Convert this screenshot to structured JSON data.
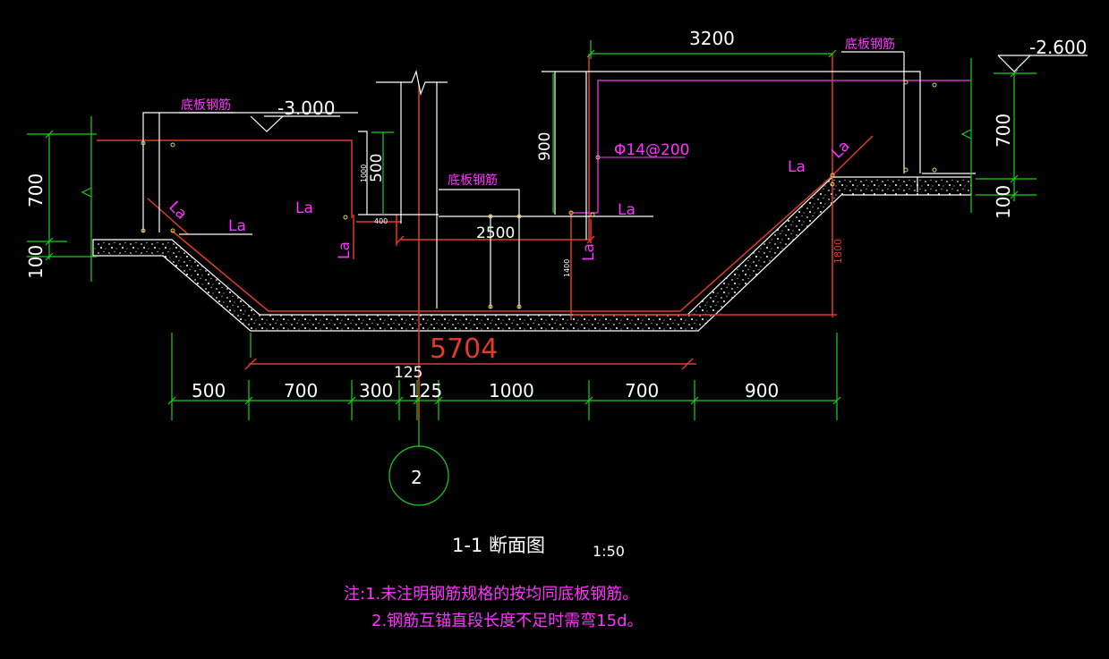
{
  "drawing": {
    "title": "1-1 断面图",
    "scale": "1:50",
    "notes": [
      "注:1.未注明钢筋规格的按均同底板钢筋。",
      "2.钢筋互锚直段长度不足时需弯15d。"
    ],
    "grid_axis": "2",
    "levels": {
      "left": "-3.000",
      "right": "-2.600"
    },
    "labels": {
      "rebar_left": "底板钢筋",
      "rebar_mid": "底板钢筋",
      "rebar_right": "底板钢筋",
      "bar_spec": "Φ14@200",
      "la": "La"
    },
    "dimensions": {
      "top_span": "3200",
      "left_height": "700",
      "left_slab": "100",
      "right_height": "700",
      "right_slab": "100",
      "mid_height_900": "900",
      "mid_height_500": "500",
      "small_1000": "1000",
      "small_400": "400",
      "small_1400": "1400",
      "depth_1800": "1800",
      "mid_span_2500": "2500",
      "overall_5704": "5704",
      "offset_125": "125",
      "bottom_chain": [
        "500",
        "700",
        "300",
        "125",
        "1000",
        "700",
        "900"
      ]
    },
    "colors": {
      "background": "#000000",
      "dimension": "#18d018",
      "rebar_red": "#e03a2a",
      "rebar_magenta": "#cc33cc",
      "label": "#ff33ff",
      "line_white": "#ffffff"
    }
  }
}
